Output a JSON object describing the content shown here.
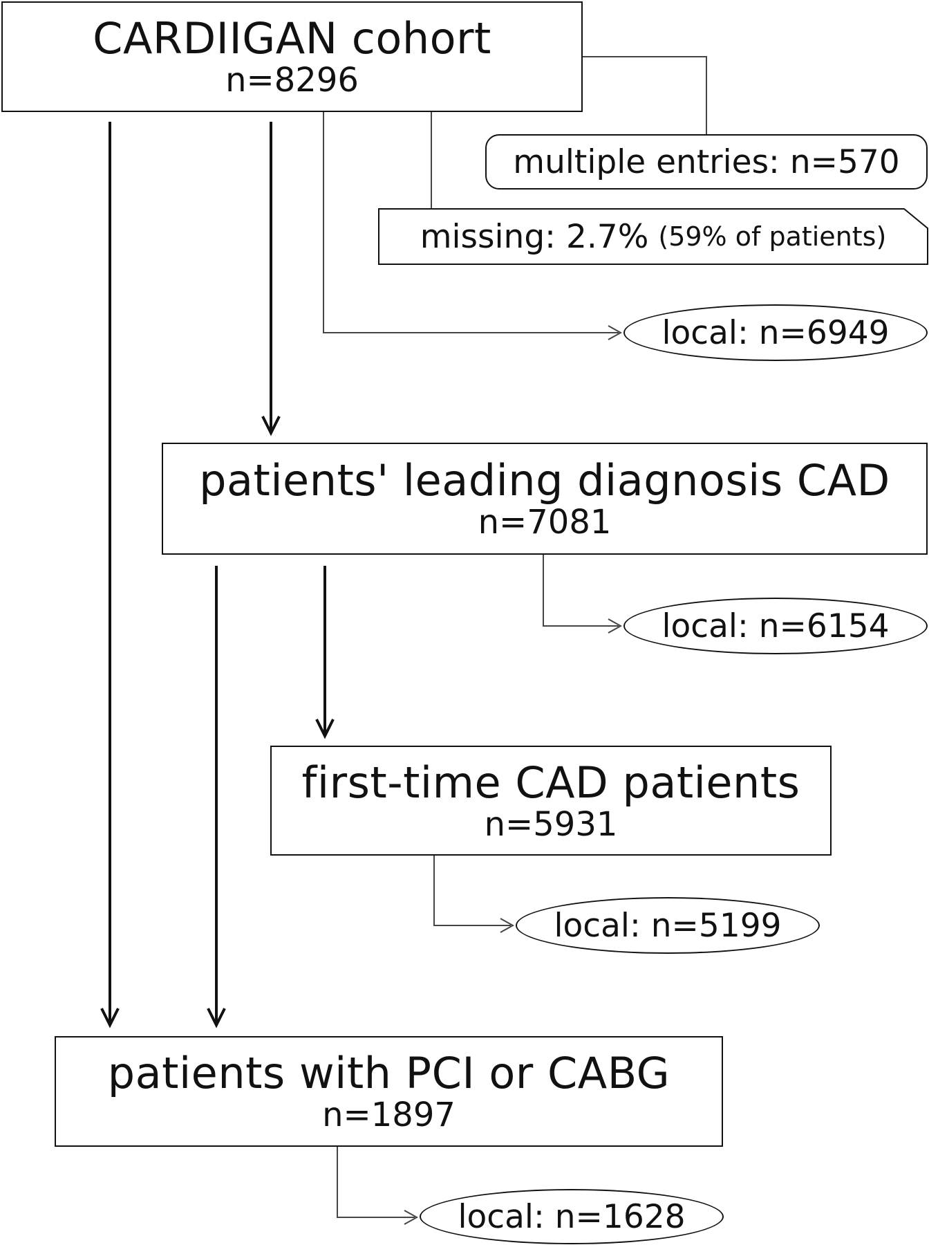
{
  "nodes": {
    "cohort": {
      "title": "CARDIIGAN cohort",
      "count": "n=8296"
    },
    "leading": {
      "title": "patients' leading diagnosis CAD",
      "count": "n=7081"
    },
    "firsttime": {
      "title": "first-time CAD patients",
      "count": "n=5931"
    },
    "pci": {
      "title": "patients with PCI or CABG",
      "count": "n=1897"
    }
  },
  "notes": {
    "multiple": "multiple entries: n=570",
    "missing_main": "missing: 2.7%",
    "missing_detail": "(59% of patients)"
  },
  "locals": {
    "cohort": "local: n=6949",
    "leading": "local: n=6154",
    "firsttime": "local: n=5199",
    "pci": "local: n=1628"
  }
}
